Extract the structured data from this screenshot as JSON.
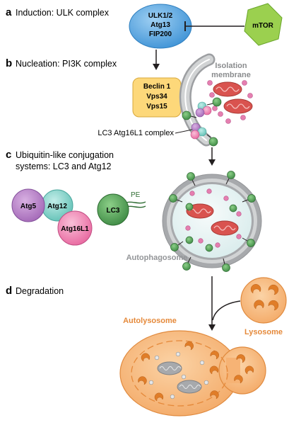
{
  "panels": {
    "a": {
      "letter": "a",
      "title": "Induction: ULK complex"
    },
    "b": {
      "letter": "b",
      "title": "Nucleation: PI3K complex"
    },
    "c": {
      "letter": "c",
      "title_line1": "Ubiquitin-like conjugation",
      "title_line2": "systems: LC3 and Atg12"
    },
    "d": {
      "letter": "d",
      "title": "Degradation"
    }
  },
  "ulk_complex": {
    "line1": "ULK1/2",
    "line2": "Atg13",
    "line3": "FIP200"
  },
  "mtor": {
    "label": "mTOR"
  },
  "pi3k_complex": {
    "line1": "Beclin 1",
    "line2": "Vps34",
    "line3": "Vps15"
  },
  "isolation_membrane": {
    "line1": "Isolation",
    "line2": "membrane"
  },
  "lc3_atg16l1_label": "LC3 Atg16L1 complex",
  "conjugation": {
    "atg5": "Atg5",
    "atg12": "Atg12",
    "atg16l1": "Atg16L1",
    "lc3": "LC3",
    "pe": "PE"
  },
  "autophagosome_label": "Autophagosome",
  "lysosome_label": "Lysosome",
  "autolysosome_label": "Autolysosome",
  "colors": {
    "ulk_blue": "#5aa6dd",
    "mtor_green": "#8cc63f",
    "pi3k_yellow": "#fdd87a",
    "membrane_gray": "#bcbec0",
    "lc3_green": "#4e9a4f",
    "atg5_purple": "#b77fc6",
    "atg12_teal": "#7fd1c8",
    "atg16l1_pink": "#f28ab4",
    "mito_red": "#d9534f",
    "lysosome_orange": "#f7b77a",
    "orange_text": "#e5893a"
  }
}
